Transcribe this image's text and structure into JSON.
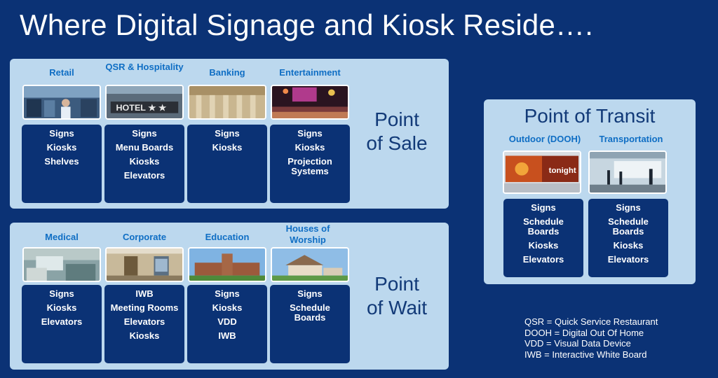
{
  "title": "Where Digital Signage and Kiosk Reside….",
  "point_of_sale": {
    "label_line1": "Point",
    "label_line2": "of Sale",
    "categories": [
      {
        "name": "Retail",
        "items": [
          "Signs",
          "Kiosks",
          "Shelves"
        ]
      },
      {
        "name": "QSR  & Hospitality",
        "items": [
          "Signs",
          "Menu Boards",
          "Kiosks",
          "Elevators"
        ]
      },
      {
        "name": "Banking",
        "items": [
          "Signs",
          "Kiosks"
        ]
      },
      {
        "name": "Entertainment",
        "items": [
          "Signs",
          "Kiosks",
          "Projection Systems"
        ]
      }
    ]
  },
  "point_of_wait": {
    "label_line1": "Point",
    "label_line2": "of Wait",
    "categories": [
      {
        "name": "Medical",
        "items": [
          "Signs",
          "Kiosks",
          "Elevators"
        ]
      },
      {
        "name": "Corporate",
        "items": [
          "IWB",
          "Meeting Rooms",
          "Elevators",
          "Kiosks"
        ]
      },
      {
        "name": "Education",
        "items": [
          "Signs",
          "Kiosks",
          "VDD",
          "IWB"
        ]
      },
      {
        "name": "Houses of Worship",
        "items": [
          "Signs",
          "Schedule Boards"
        ]
      }
    ]
  },
  "point_of_transit": {
    "title": "Point of Transit",
    "billboard_text": "tonight",
    "categories": [
      {
        "name": "Outdoor (DOOH)",
        "items": [
          "Signs",
          "Schedule Boards",
          "Kiosks",
          "Elevators"
        ]
      },
      {
        "name": "Transportation",
        "items": [
          "Signs",
          "Schedule Boards",
          "Kiosks",
          "Elevators"
        ]
      }
    ]
  },
  "legend": [
    "QSR = Quick Service Restaurant",
    "DOOH = Digital Out Of Home",
    "VDD = Visual Data Device",
    "IWB = Interactive White Board"
  ],
  "colors": {
    "background": "#0b3275",
    "panel": "#bcd8ee",
    "category_text": "#0f6ec4",
    "box": "#0b3275"
  }
}
